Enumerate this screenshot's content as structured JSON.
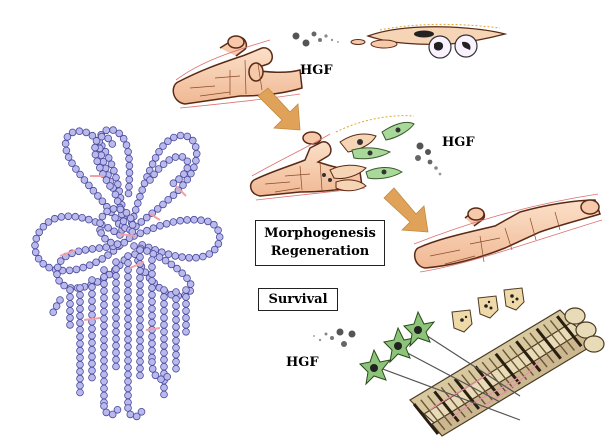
{
  "labels": {
    "hgf_top": "HGF",
    "hgf_middle": "HGF",
    "hgf_bottom": "HGF",
    "morphogenesis": "Morphogenesis",
    "regeneration": "Regeneration",
    "survival": "Survival"
  },
  "colors": {
    "bead_fill": "#b9b9ee",
    "bead_stroke": "#4a4a9a",
    "disulfide": "#f1a0a8",
    "tube_fill": "#f6c9aa",
    "tube_stroke": "#5a2a14",
    "arrow": "#e0a258",
    "epithelial_green": "#a8d89a",
    "neuron_green": "#8cc47a",
    "muscle_light": "#e8dcb8",
    "muscle_dark": "#4a3a22",
    "cell_tan": "#f0d9a8"
  }
}
